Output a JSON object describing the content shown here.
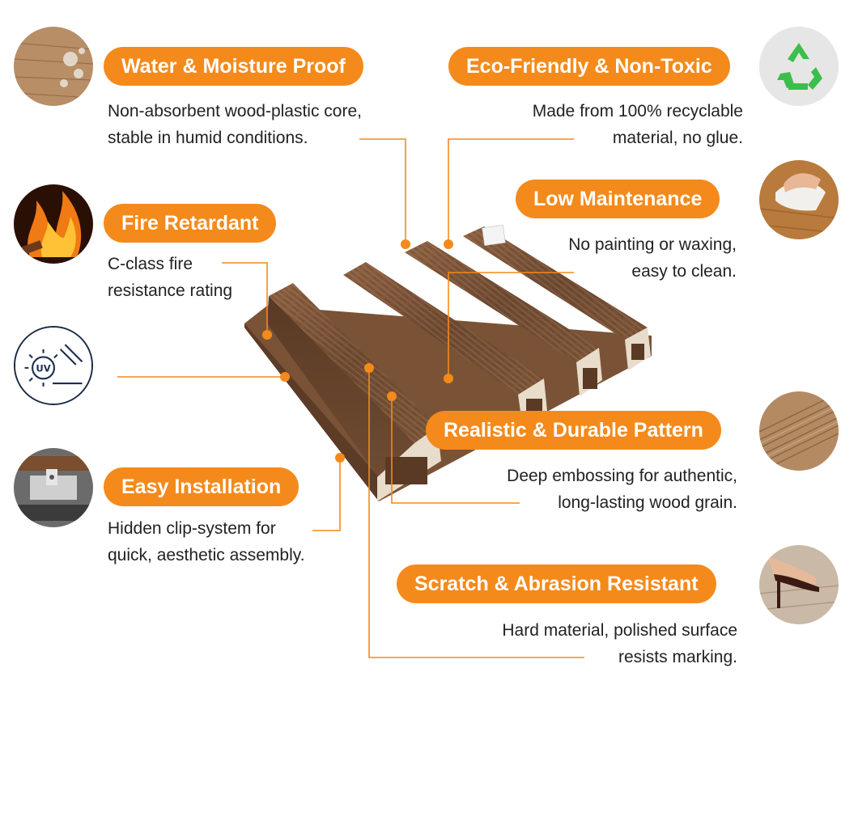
{
  "features": [
    {
      "key": "water",
      "title": "Water & Moisture Proof",
      "lines": [
        "Non-absorbent wood-plastic core,",
        "stable in humid conditions."
      ],
      "icon": "wood-water-icon"
    },
    {
      "key": "eco",
      "title": "Eco-Friendly & Non-Toxic",
      "lines": [
        "Made from 100% recyclable",
        "material, no glue."
      ],
      "icon": "recycle-icon"
    },
    {
      "key": "fire",
      "title": "Fire Retardant",
      "lines": [
        "C-class fire",
        "resistance rating"
      ],
      "icon": "fire-icon"
    },
    {
      "key": "maint",
      "title": "Low Maintenance",
      "lines": [
        "No painting or waxing,",
        "easy to clean."
      ],
      "icon": "cleaning-hand-icon"
    },
    {
      "key": "uv",
      "title": "",
      "lines": [],
      "icon": "uv-protection-icon",
      "icon_text": "UV"
    },
    {
      "key": "pattern",
      "title": "Realistic & Durable Pattern",
      "lines": [
        "Deep embossing for authentic,",
        "long-lasting wood grain."
      ],
      "icon": "wood-grain-icon"
    },
    {
      "key": "install",
      "title": "Easy Installation",
      "lines": [
        "Hidden clip-system for",
        "quick, aesthetic assembly."
      ],
      "icon": "clip-system-icon"
    },
    {
      "key": "scratch",
      "title": "Scratch & Abrasion Resistant",
      "lines": [
        "Hard material, polished surface",
        "resists marking."
      ],
      "icon": "high-heel-icon"
    }
  ],
  "colors": {
    "accent": "#f48a1b",
    "text": "#222222",
    "panel": "#8a5e3c"
  }
}
